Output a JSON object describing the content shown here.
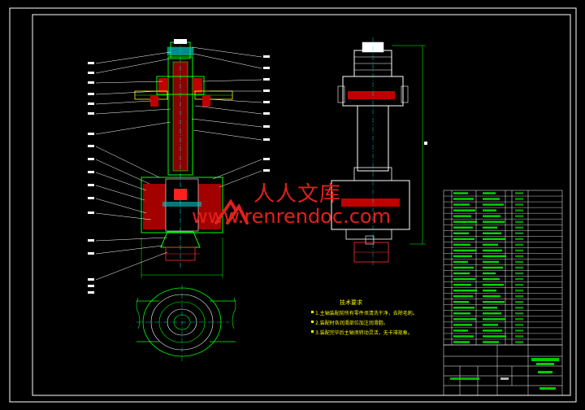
{
  "watermark": {
    "site_name": "人人文库",
    "site_url": "www.renrendoc.com"
  },
  "tech_notes": {
    "title": "技术要求",
    "items": [
      "1.主轴装配前所有零件须清洗干净，去除毛刺。",
      "2.装配时各润滑部位加注润滑脂。",
      "3.装配完毕后主轴须转动灵活，无卡滞现象。"
    ]
  },
  "colors": {
    "background": "#000000",
    "border": "#ffffff",
    "outline": "#00ff00",
    "section_fill": "#d00000",
    "part_fill": "#00c8c8",
    "leader": "#ffffff",
    "accent": "#ffff00",
    "watermark": "#e0201c"
  }
}
